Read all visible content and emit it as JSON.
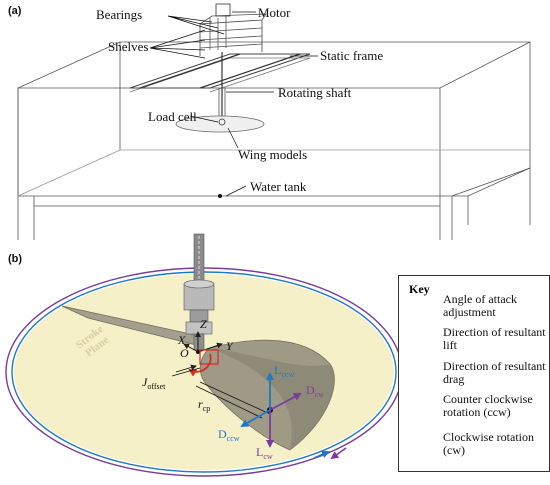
{
  "panel_a": {
    "label": "(a)",
    "callouts": {
      "motor": "Motor",
      "bearings": "Bearings",
      "shelves": "Shelves",
      "static_frame": "Static frame",
      "rotating_shaft": "Rotating shaft",
      "load_cell": "Load cell",
      "wing_models": "Wing models",
      "water_tank": "Water tank"
    }
  },
  "panel_b": {
    "label": "(b)",
    "stroke_plane_line1": "Stroke",
    "stroke_plane_line2": "Plane",
    "symbols": {
      "O": "O",
      "Z": "Z",
      "X": "X",
      "Y": "Y",
      "J": "J",
      "J_sub": "offset",
      "r": "r",
      "r_sub": "cp",
      "L": "L",
      "L_ccw_sub": "ccw",
      "L_cw_sub": "cw",
      "D": "D",
      "D_cw_sub": "cw",
      "D_ccw_sub": "ccw"
    },
    "key": {
      "title": "Key",
      "items": [
        {
          "icon": "curved-arrow-icon",
          "text": "Angle of attack adjustment"
        },
        {
          "icon": "vertical-arrows-icon",
          "text": "Direction of resultant lift"
        },
        {
          "icon": "horizontal-arrows-icon",
          "text": "Direction of resultant drag"
        },
        {
          "icon": "blue-ellipse-arrow-icon",
          "text": "Counter clockwise rotation (ccw)"
        },
        {
          "icon": "purple-ellipse-arrow-icon",
          "text": "Clockwise rotation (cw)"
        }
      ]
    }
  },
  "colors": {
    "stroke_plane": "#f6f0c8",
    "ccw_blue": "#1f78c8",
    "cw_purple": "#7a3c9c",
    "aoa_red": "#d9281e",
    "wing": "#9a9685"
  }
}
